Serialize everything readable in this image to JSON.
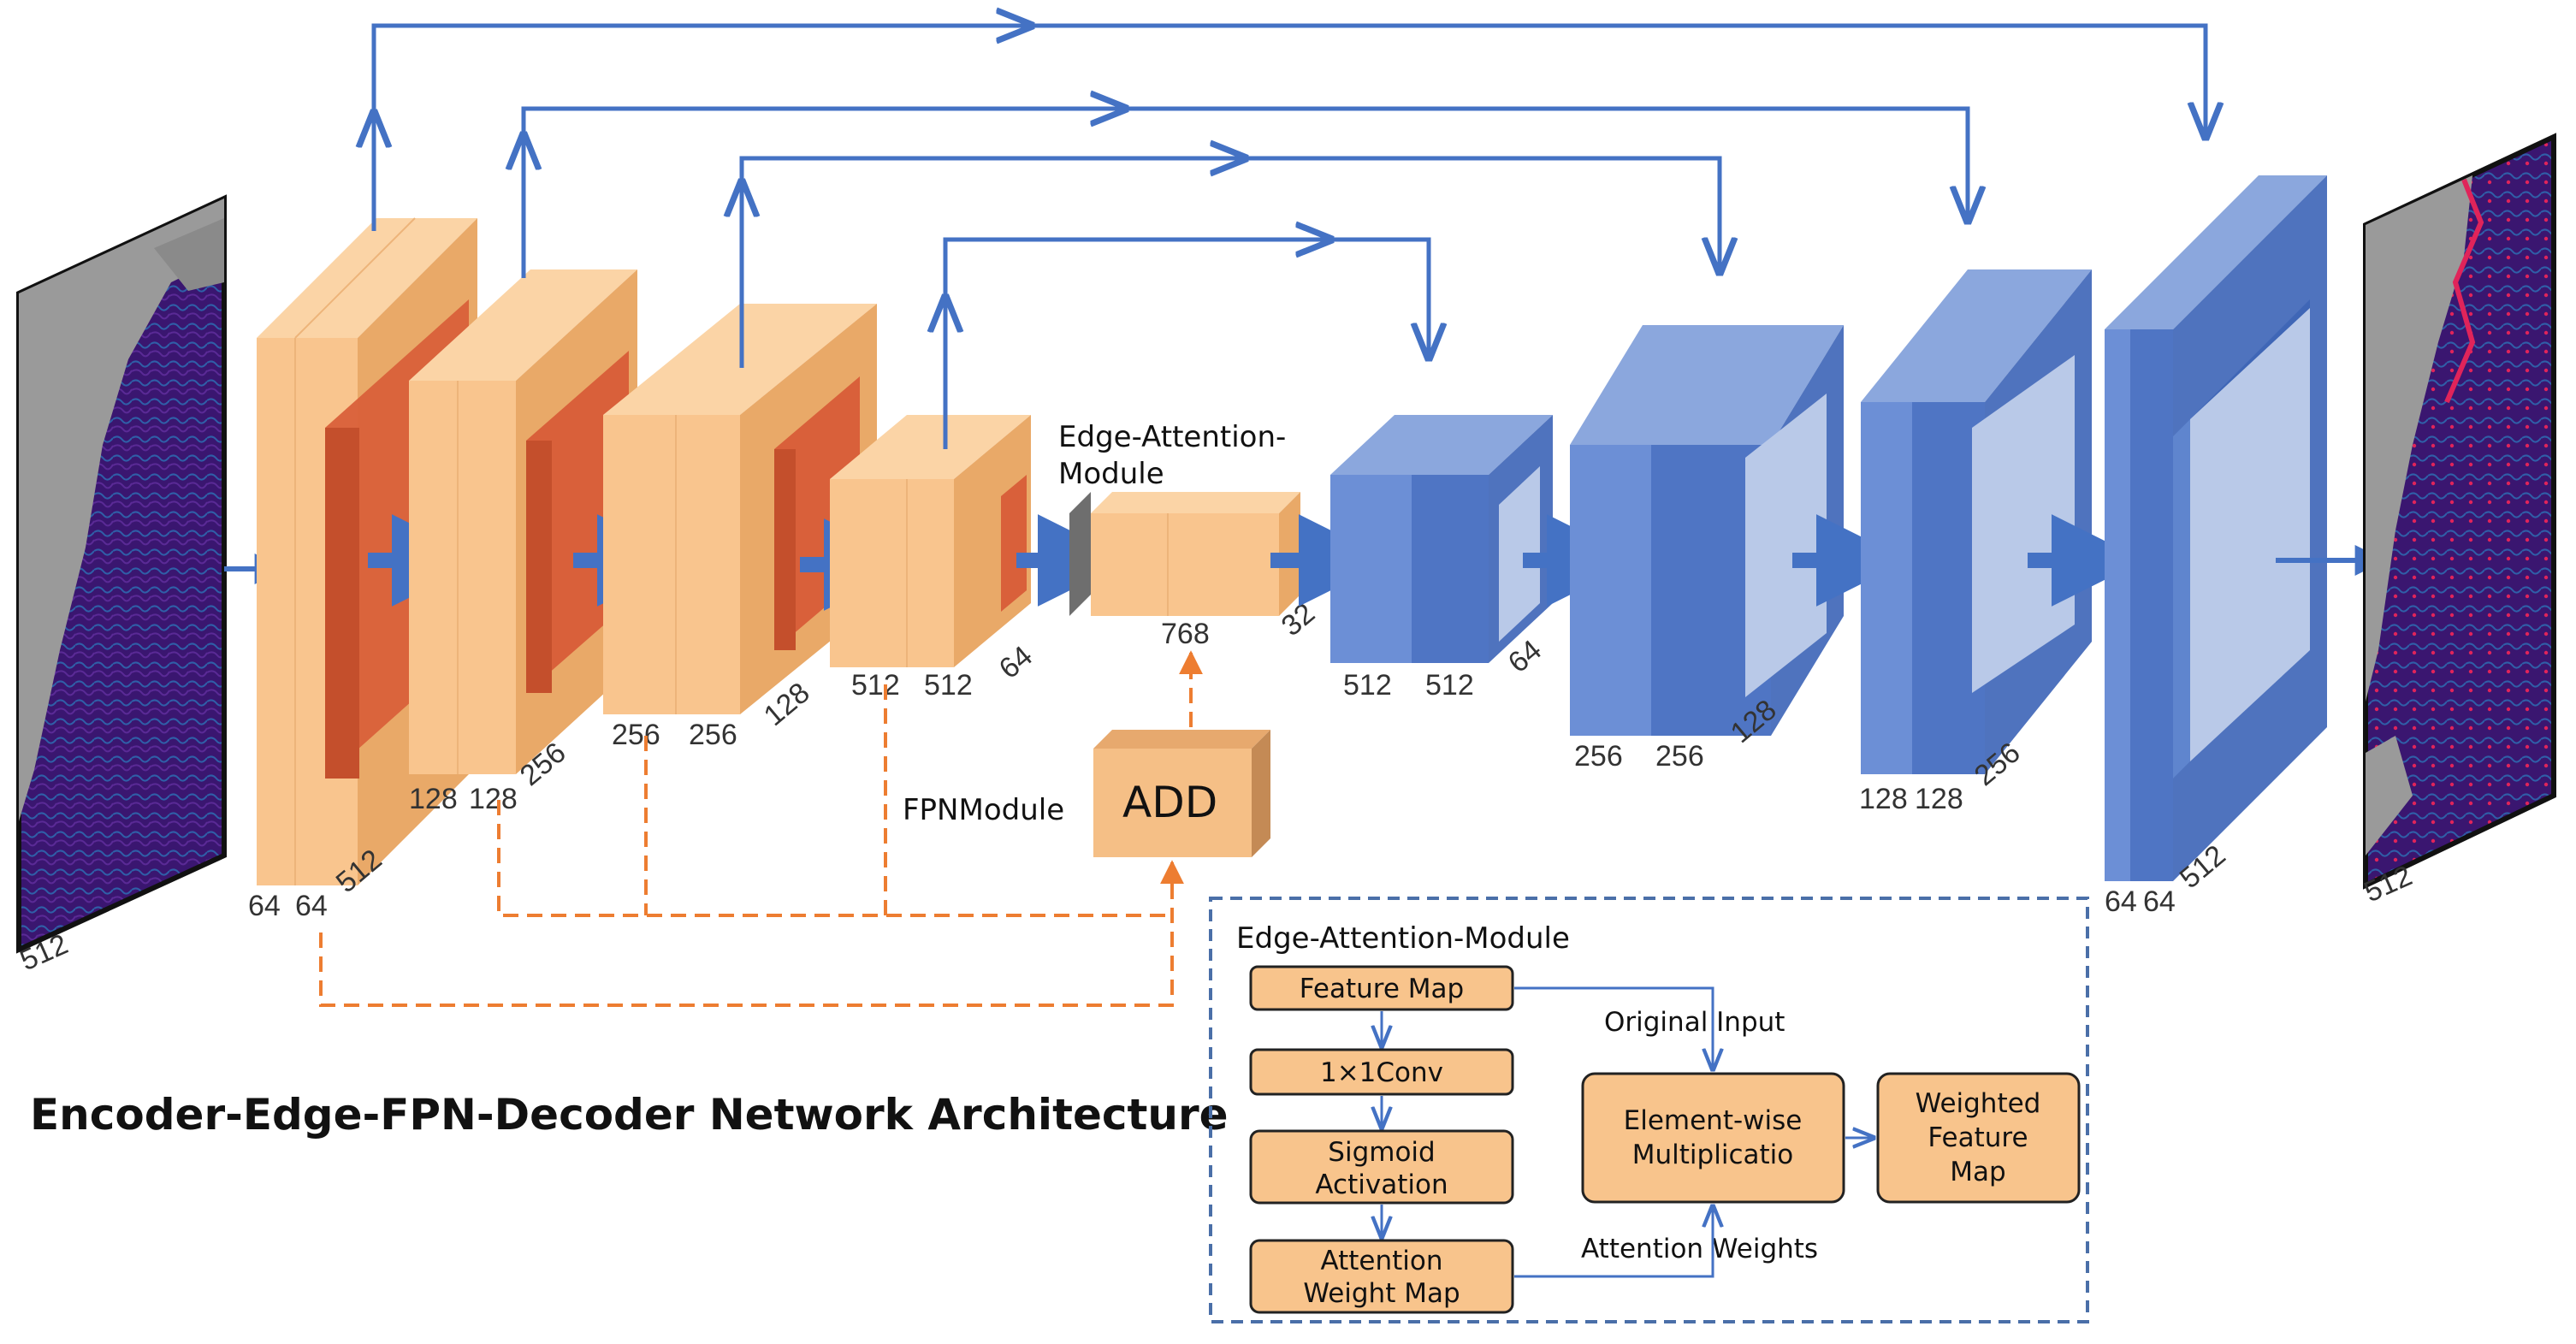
{
  "title": "Encoder-Edge-FPN-Decoder Network Architecture",
  "edge_module_label": [
    "Edge-Attention-",
    "Module"
  ],
  "fpn_label": "FPNModule",
  "add_label": "ADD",
  "dims": {
    "input": "512",
    "enc1": [
      "64",
      "64",
      "512"
    ],
    "enc2": [
      "128",
      "128",
      "256"
    ],
    "enc3": [
      "256",
      "256",
      "128"
    ],
    "enc4": [
      "512",
      "512",
      "64"
    ],
    "edge": [
      "768",
      "32"
    ],
    "dec1": [
      "512",
      "512",
      "64"
    ],
    "dec2": [
      "256",
      "256",
      "128"
    ],
    "dec3": [
      "128",
      "128",
      "256"
    ],
    "dec4": [
      "64",
      "64",
      "512"
    ],
    "output": "512"
  },
  "inset": {
    "title": "Edge-Attention-Module",
    "boxes": {
      "feature_map": [
        "Feature Map"
      ],
      "conv": [
        "1×1Conv"
      ],
      "sigmoid": [
        "Sigmoid",
        "Activation"
      ],
      "attention_map": [
        "Attention",
        "Weight Map"
      ],
      "multiply": [
        "Element-wise",
        "Multiplicatio"
      ],
      "weighted": [
        "Weighted",
        "Feature",
        "Map"
      ]
    },
    "original_input_label": "Original Input",
    "attention_weights_label": "Attention Weights"
  },
  "colors": {
    "encoder": "#F9C58E",
    "encoder_inner": "#D9603A",
    "decoder": "#5A80CC",
    "decoder_inner": "#B9C9E8",
    "arrow_blue": "#4472C4",
    "arrow_orange": "#ED7D31",
    "inset_box": "#F8C48C",
    "map_purple": "#3A1670",
    "map_land": "#9A9A9A"
  }
}
